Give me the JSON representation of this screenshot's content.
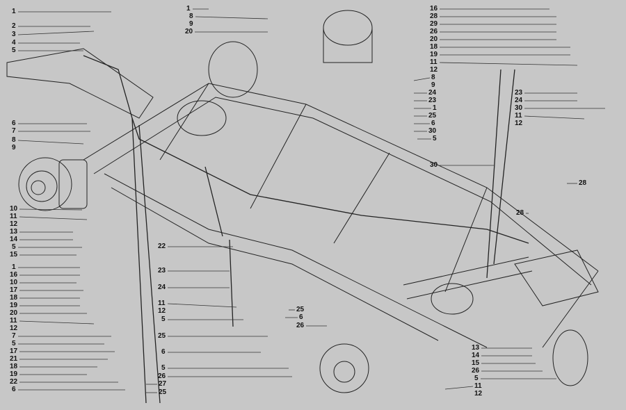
{
  "diagram": {
    "title": "Brake lines and fittings, chassis exploded view",
    "callouts": [
      "1",
      "2",
      "3",
      "4",
      "5",
      "6",
      "7",
      "8",
      "9",
      "10",
      "11",
      "12",
      "13",
      "14",
      "5",
      "15",
      "1",
      "16",
      "10",
      "17",
      "18",
      "19",
      "20",
      "11",
      "12",
      "7",
      "5",
      "17",
      "21",
      "18",
      "19",
      "22",
      "6",
      "1",
      "8",
      "9",
      "20",
      "22",
      "23",
      "24",
      "11",
      "12",
      "5",
      "25",
      "6",
      "5",
      "26",
      "27",
      "25",
      "25",
      "6",
      "26",
      "16",
      "28",
      "29",
      "26",
      "20",
      "18",
      "19",
      "11",
      "12",
      "8",
      "9",
      "24",
      "23",
      "1",
      "25",
      "6",
      "30",
      "5",
      "30",
      "23",
      "24",
      "30",
      "11",
      "12",
      "28",
      "28",
      "13",
      "14",
      "15",
      "26",
      "5",
      "11",
      "12"
    ]
  }
}
